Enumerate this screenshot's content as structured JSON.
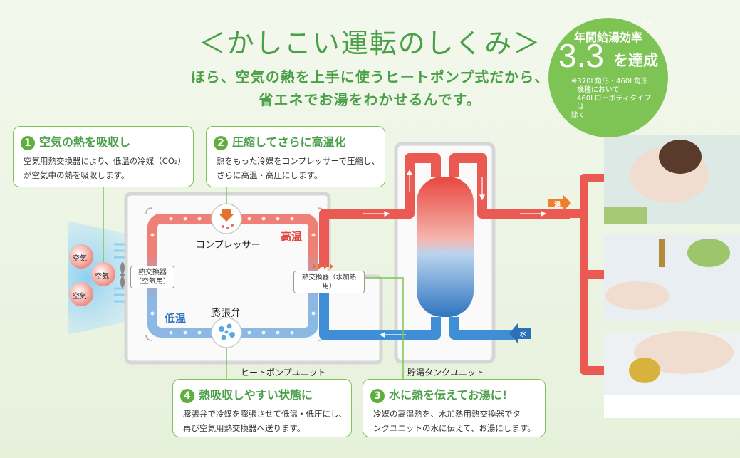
{
  "title": "＜かしこい運転のしくみ＞",
  "subtitle_line1": "ほら、空気の熱を上手に使うヒートポンプ式だから、",
  "subtitle_line2": "省エネでお湯をわかせるんです。",
  "badge": {
    "line1": "年間給湯効率",
    "note_mark": "※3",
    "value": "3.3",
    "suffix": "を達成",
    "footnote_l1": "※370L角形・460L角形",
    "footnote_l2": "機種において",
    "footnote_l3": "460Lローボディタイプは",
    "footnote_l4": "除く"
  },
  "steps": [
    {
      "num": "1",
      "heading": "空気の熱を吸収し",
      "body_l1": "空気用熱交換器により、低温の冷媒（CO₂）",
      "body_l2": "が空気中の熱を吸収します。"
    },
    {
      "num": "2",
      "heading": "圧縮してさらに高温化",
      "body_l1": "熱をもった冷媒をコンプレッサーで圧縮し、",
      "body_l2": "さらに高温・高圧にします。"
    },
    {
      "num": "4",
      "heading": "熱吸収しやすい状態に",
      "body_l1": "膨張弁で冷媒を膨張させて低温・低圧にし、",
      "body_l2": "再び空気用熱交換器へ送ります。"
    },
    {
      "num": "3",
      "heading": "水に熱を伝えてお湯に!",
      "body_l1": "冷媒の高温熱を、水加熱用熱交換器でタ",
      "body_l2": "ンクユニットの水に伝えて、お湯にします。"
    }
  ],
  "labels": {
    "air": "空気",
    "compressor": "コンプレッサー",
    "high_temp": "高温",
    "low_temp": "低温",
    "expansion_valve": "膨張弁",
    "air_hx_l1": "熱交換器",
    "air_hx_l2": "（空気用）",
    "water_hx": "熱交換器（水加熱用）",
    "heat_pump_unit": "ヒートポンプユニット",
    "tank_unit": "貯湯タンクユニット",
    "hot_water": "湯",
    "water": "水"
  },
  "colors": {
    "green": "#4aa048",
    "callout_border": "#7ec455",
    "hot_pipe": "#ea5a52",
    "cold_pipe": "#3f8ed6",
    "unit_gray": "#d6d6d6"
  }
}
